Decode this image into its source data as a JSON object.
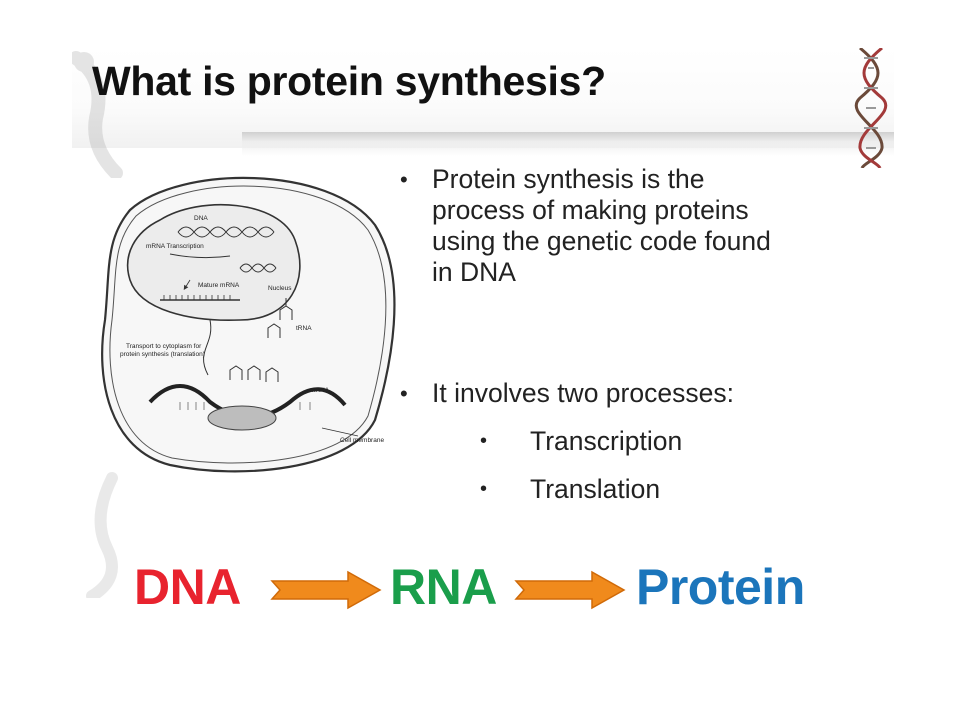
{
  "slide": {
    "title": "What is protein synthesis?"
  },
  "diagram": {
    "labels": {
      "dna": "DNA",
      "mrna_transcription": "mRNA Transcription",
      "mature_mrna": "Mature mRNA",
      "nucleus": "Nucleus",
      "transport": "Transport to cytoplasm for",
      "transport2": "protein synthesis (translation)",
      "trna": "tRNA",
      "mrna": "mRNA",
      "cell_membrane": "Cell membrane"
    }
  },
  "bullets": [
    {
      "text": "Protein synthesis is the process of making proteins using the genetic code found in DNA",
      "lines": [
        "Protein synthesis is the",
        "process of making proteins",
        "using the genetic code found",
        "in DNA"
      ]
    },
    {
      "text": "It involves two processes:",
      "sub": [
        "Transcription",
        "Translation"
      ]
    }
  ],
  "bullet_glyph": "•",
  "flow": {
    "steps": [
      "DNA",
      "RNA",
      "Protein"
    ],
    "colors": {
      "dna": "#e8232e",
      "rna": "#1a9e4b",
      "protein": "#1b75bb",
      "arrow": "#f08a1c"
    }
  }
}
